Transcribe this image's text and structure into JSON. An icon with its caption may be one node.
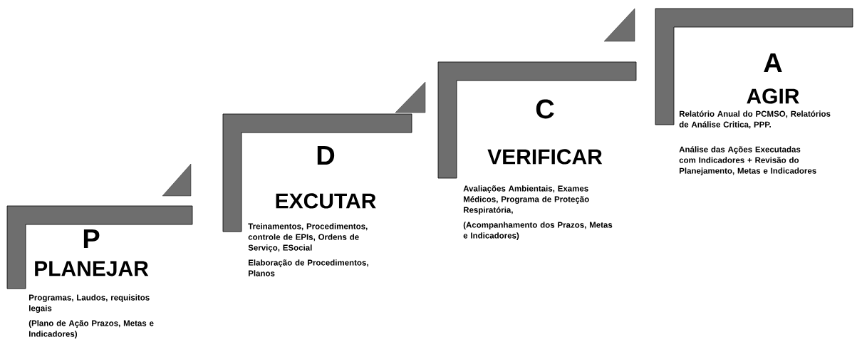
{
  "diagram": {
    "nodes": [
      {
        "text": [
          "P",
          "PLANEJAR",
          "Programas, Laudos, requisitos legais",
          "(Plano de Ação Prazos, Metas e Indicadores)"
        ]
      },
      {
        "text": [
          "D",
          "EXCUTAR",
          "Treinamentos, Procedimentos, controle de EPIs, Ordens de Serviço, ESocial",
          "Elaboração de Procedimentos, Planos"
        ]
      },
      {
        "text": [
          "C",
          "VERIFICAR",
          "Avaliações Ambientais, Exames Médicos, Programa de Proteção Respiratória,",
          "(Acompanhamento dos Prazos, Metas e Indicadores)"
        ]
      },
      {
        "text": [
          "A",
          "AGIR",
          "Relatório Anual do PCMSO, Relatórios de Análise Critica, PPP.",
          "Análise das Ações Executadas com Indicadores + Revisão do Planejamento, Metas e Indicadores"
        ]
      }
    ]
  }
}
